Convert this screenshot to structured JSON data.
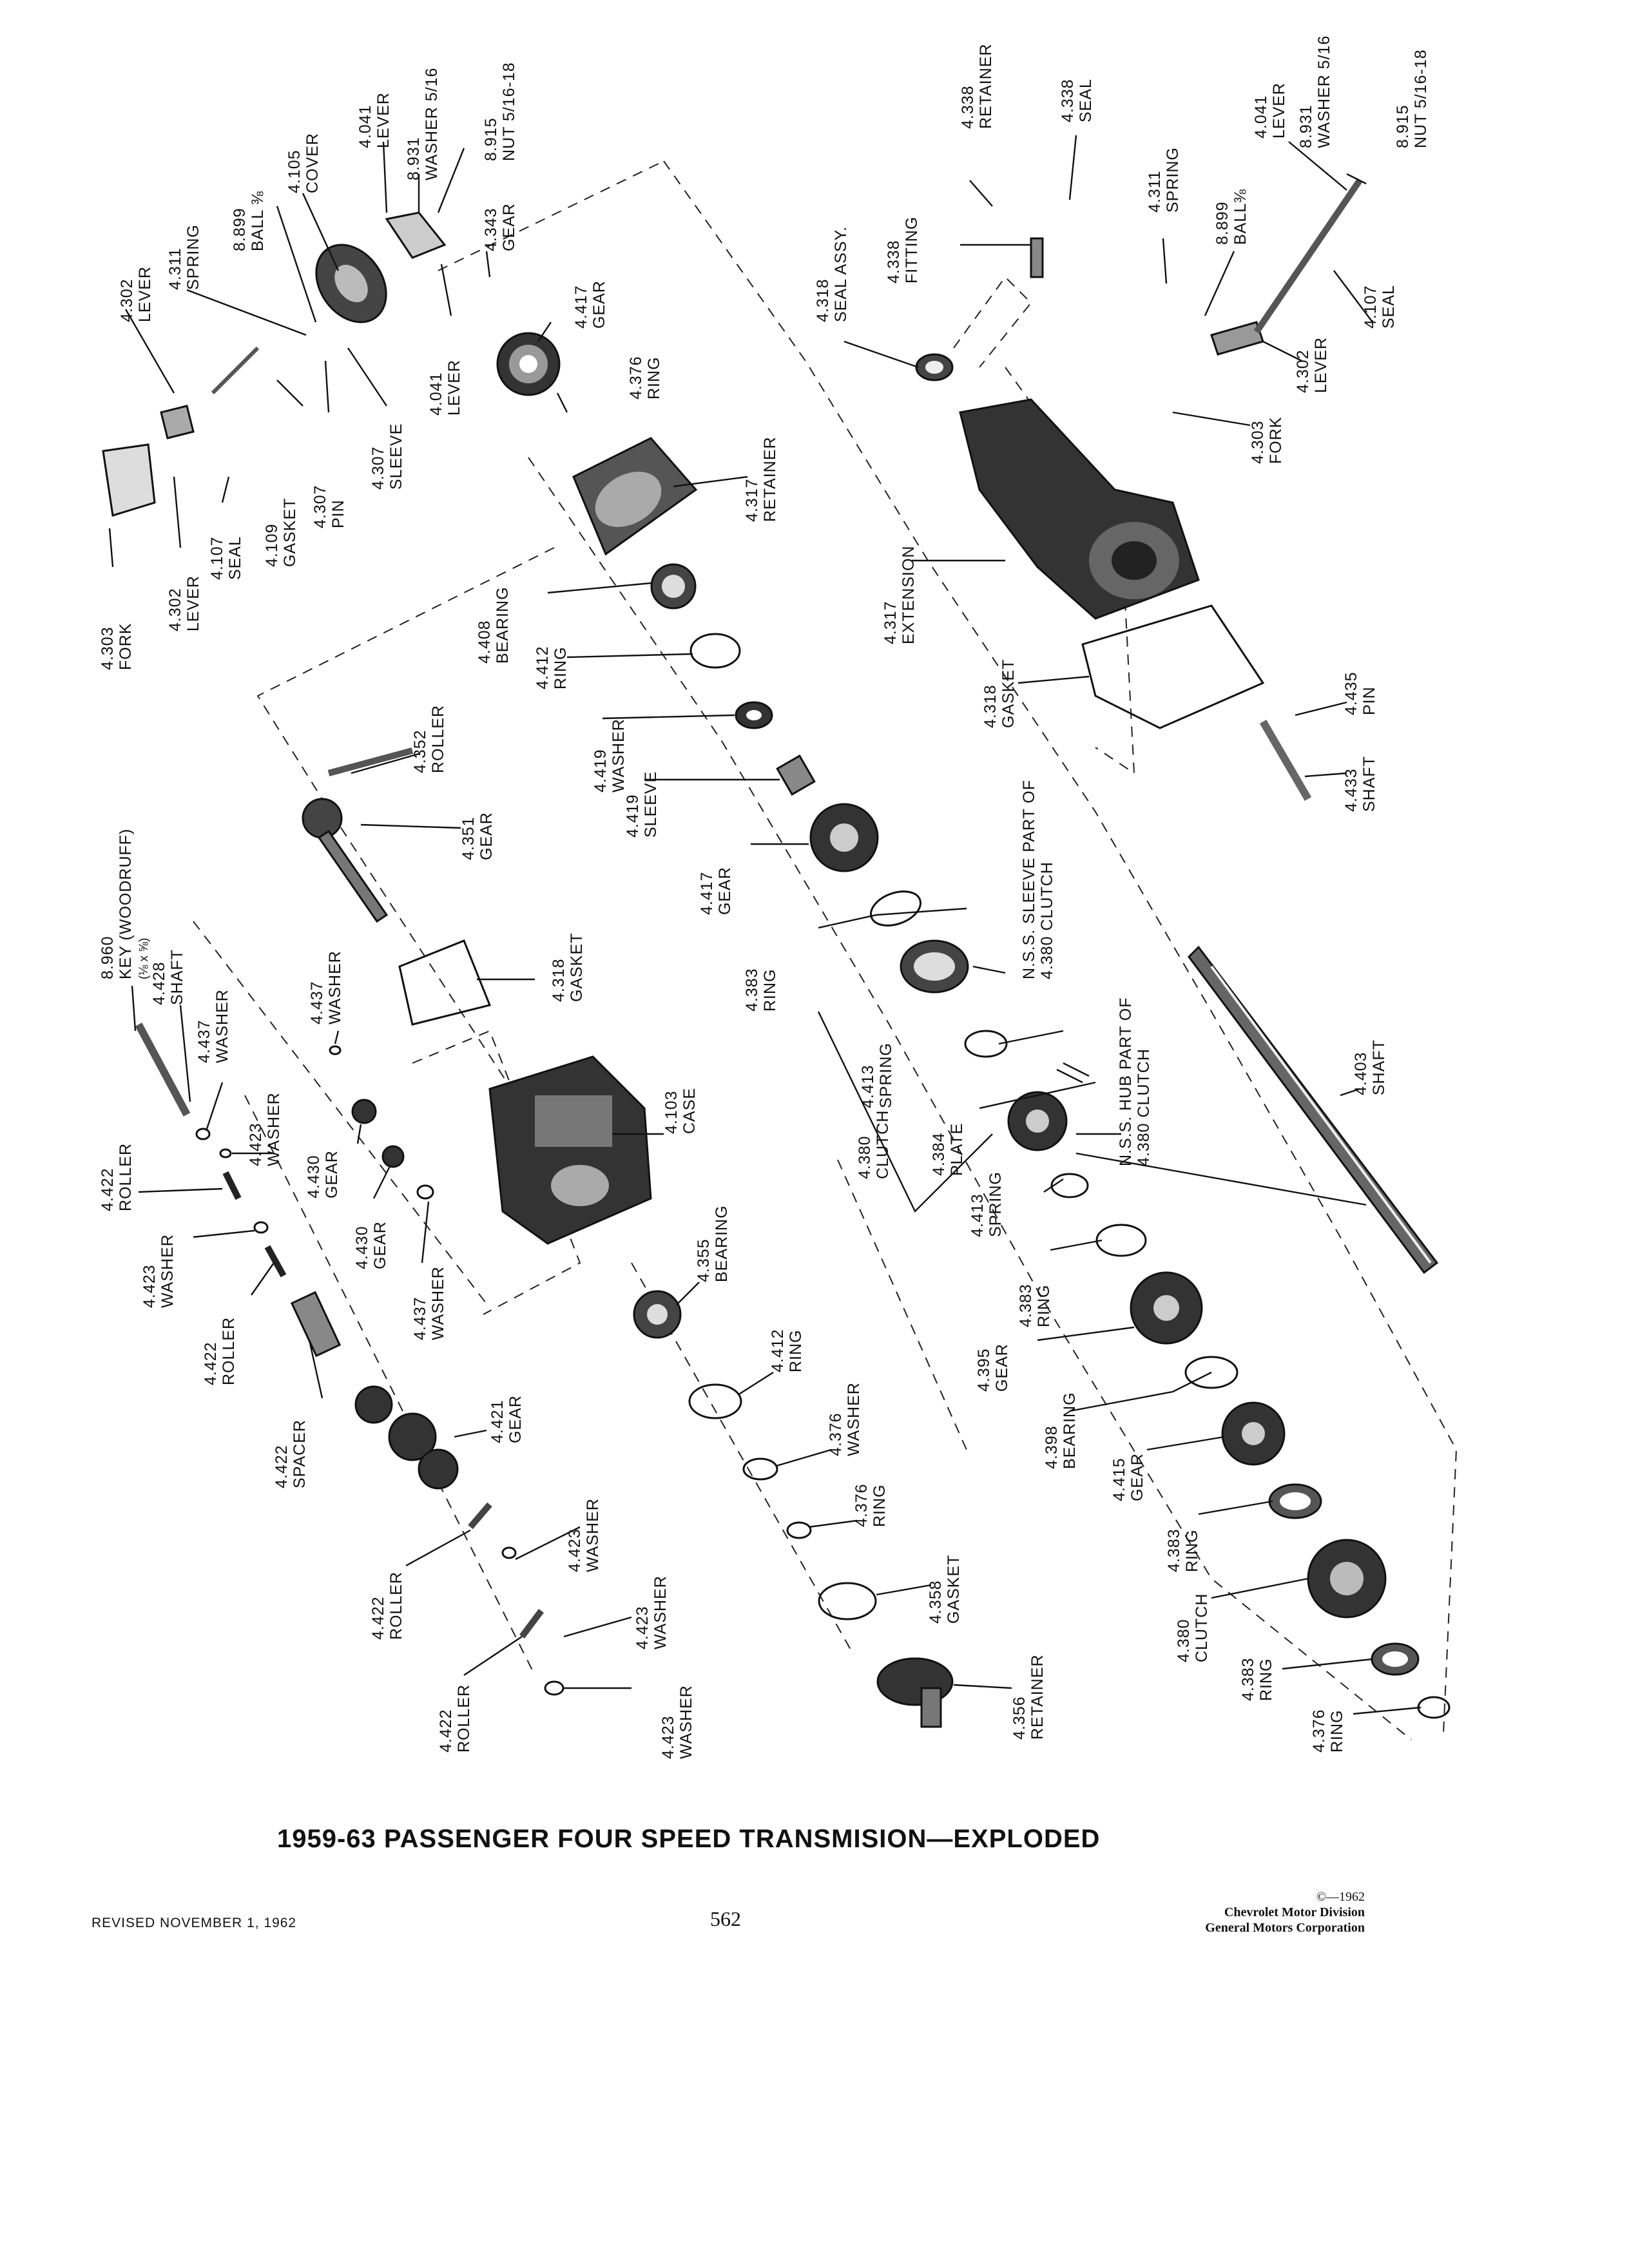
{
  "title": "1959-63 PASSENGER FOUR SPEED TRANSMISION—EXPLODED",
  "footer": {
    "revised": "REVISED NOVEMBER 1, 1962",
    "page_number": "562",
    "copyright": "©—1962",
    "org_line1": "Chevrolet Motor Division",
    "org_line2": "General Motors Corporation"
  },
  "labels": {
    "l01": {
      "num": "4.302",
      "name": "LEVER"
    },
    "l02": {
      "num": "4.311",
      "name": "SPRING"
    },
    "l03": {
      "num": "8.899",
      "name": "BALL ⅜"
    },
    "l04": {
      "num": "4.105",
      "name": "COVER"
    },
    "l05": {
      "num": "4.041",
      "name": "LEVER"
    },
    "l06": {
      "num": "8.931",
      "name": "WASHER 5/16"
    },
    "l07": {
      "num": "8.915",
      "name": "NUT 5/16-18"
    },
    "l08": {
      "num": "4.343",
      "name": "GEAR"
    },
    "l09": {
      "num": "4.417",
      "name": "GEAR"
    },
    "l10": {
      "num": "4.376",
      "name": "RING"
    },
    "l11": {
      "num": "4.041",
      "name": "LEVER"
    },
    "l12": {
      "num": "4.307",
      "name": "SLEEVE"
    },
    "l13": {
      "num": "4.307",
      "name": "PIN"
    },
    "l14": {
      "num": "4.109",
      "name": "GASKET"
    },
    "l15": {
      "num": "4.107",
      "name": "SEAL"
    },
    "l16": {
      "num": "4.302",
      "name": "LEVER"
    },
    "l17": {
      "num": "4.303",
      "name": "FORK"
    },
    "l18": {
      "num": "4.317",
      "name": "RETAINER"
    },
    "l19": {
      "num": "4.408",
      "name": "BEARING"
    },
    "l20": {
      "num": "4.412",
      "name": "RING"
    },
    "l21": {
      "num": "4.419",
      "name": "WASHER"
    },
    "l22": {
      "num": "4.419",
      "name": "SLEEVE"
    },
    "l23": {
      "num": "4.352",
      "name": "ROLLER"
    },
    "l24": {
      "num": "4.351",
      "name": "GEAR"
    },
    "l25": {
      "num": "4.417",
      "name": "GEAR"
    },
    "l26": {
      "num": "4.338",
      "name": "RETAINER"
    },
    "l27": {
      "num": "4.338",
      "name": "SEAL"
    },
    "l28": {
      "num": "4.041",
      "name": "LEVER"
    },
    "l29": {
      "num": "8.931",
      "name": "WASHER 5/16"
    },
    "l30": {
      "num": "8.915",
      "name": "NUT 5/16-18"
    },
    "l31": {
      "num": "4.318",
      "name": "SEAL ASSY."
    },
    "l32": {
      "num": "4.338",
      "name": "FITTING"
    },
    "l33": {
      "num": "4.311",
      "name": "SPRING"
    },
    "l34": {
      "num": "8.899",
      "name": "BALL⅜"
    },
    "l35": {
      "num": "4.107",
      "name": "SEAL"
    },
    "l36": {
      "num": "4.302",
      "name": "LEVER"
    },
    "l37": {
      "num": "4.303",
      "name": "FORK"
    },
    "l38": {
      "num": "4.317",
      "name": "EXTENSION"
    },
    "l39": {
      "num": "4.318",
      "name": "GASKET"
    },
    "l40": {
      "num": "4.435",
      "name": "PIN"
    },
    "l41": {
      "num": "4.433",
      "name": "SHAFT"
    },
    "l42a": "N.S.S. SLEEVE PART OF",
    "l42b": "4.380 CLUTCH",
    "l43a": "N.S.S. HUB PART OF",
    "l43b": "4.380 CLUTCH",
    "l44": {
      "num": "4.403",
      "name": "SHAFT"
    },
    "l45a": "8.960",
    "l45b": "KEY (WOODRUFF)",
    "l45c": "(⅛ x ⅝)",
    "l46": {
      "num": "4.428",
      "name": "SHAFT"
    },
    "l47": {
      "num": "4.437",
      "name": "WASHER"
    },
    "l48": {
      "num": "4.437",
      "name": "WASHER"
    },
    "l49": {
      "num": "4.318",
      "name": "GASKET"
    },
    "l50": {
      "num": "4.103",
      "name": "CASE"
    },
    "l51": {
      "num": "4.423",
      "name": "WASHER"
    },
    "l52": {
      "num": "4.430",
      "name": "GEAR"
    },
    "l53": {
      "num": "4.430",
      "name": "GEAR"
    },
    "l54": {
      "num": "4.437",
      "name": "WASHER"
    },
    "l55": {
      "num": "4.422",
      "name": "ROLLER"
    },
    "l56": {
      "num": "4.423",
      "name": "WASHER"
    },
    "l57": {
      "num": "4.422",
      "name": "ROLLER"
    },
    "l58": {
      "num": "4.422",
      "name": "SPACER"
    },
    "l59": {
      "num": "4.421",
      "name": "GEAR"
    },
    "l60": {
      "num": "4.355",
      "name": "BEARING"
    },
    "l61": {
      "num": "4.412",
      "name": "RING"
    },
    "l62": {
      "num": "4.376",
      "name": "WASHER"
    },
    "l63": {
      "num": "4.376",
      "name": "RING"
    },
    "l64": {
      "num": "4.358",
      "name": "GASKET"
    },
    "l65": {
      "num": "4.356",
      "name": "RETAINER"
    },
    "l66": {
      "num": "4.422",
      "name": "ROLLER"
    },
    "l67": {
      "num": "4.423",
      "name": "WASHER"
    },
    "l68": {
      "num": "4.423",
      "name": "WASHER"
    },
    "l69": {
      "num": "4.422",
      "name": "ROLLER"
    },
    "l70": {
      "num": "4.423",
      "name": "WASHER"
    },
    "l71": {
      "num": "4.383",
      "name": "RING"
    },
    "l72": {
      "num": "4.380",
      "name": "CLUTCH"
    },
    "l73": {
      "num": "4.413",
      "name": "SPRING"
    },
    "l74": {
      "num": "4.384",
      "name": "PLATE"
    },
    "l75": {
      "num": "4.413",
      "name": "SPRING"
    },
    "l76": {
      "num": "4.383",
      "name": "RING"
    },
    "l77": {
      "num": "4.395",
      "name": "GEAR"
    },
    "l78": {
      "num": "4.398",
      "name": "BEARING"
    },
    "l79": {
      "num": "4.415",
      "name": "GEAR"
    },
    "l80": {
      "num": "4.383",
      "name": "RING"
    },
    "l81": {
      "num": "4.380",
      "name": "CLUTCH"
    },
    "l82": {
      "num": "4.383",
      "name": "RING"
    },
    "l83": {
      "num": "4.376",
      "name": "RING"
    }
  }
}
